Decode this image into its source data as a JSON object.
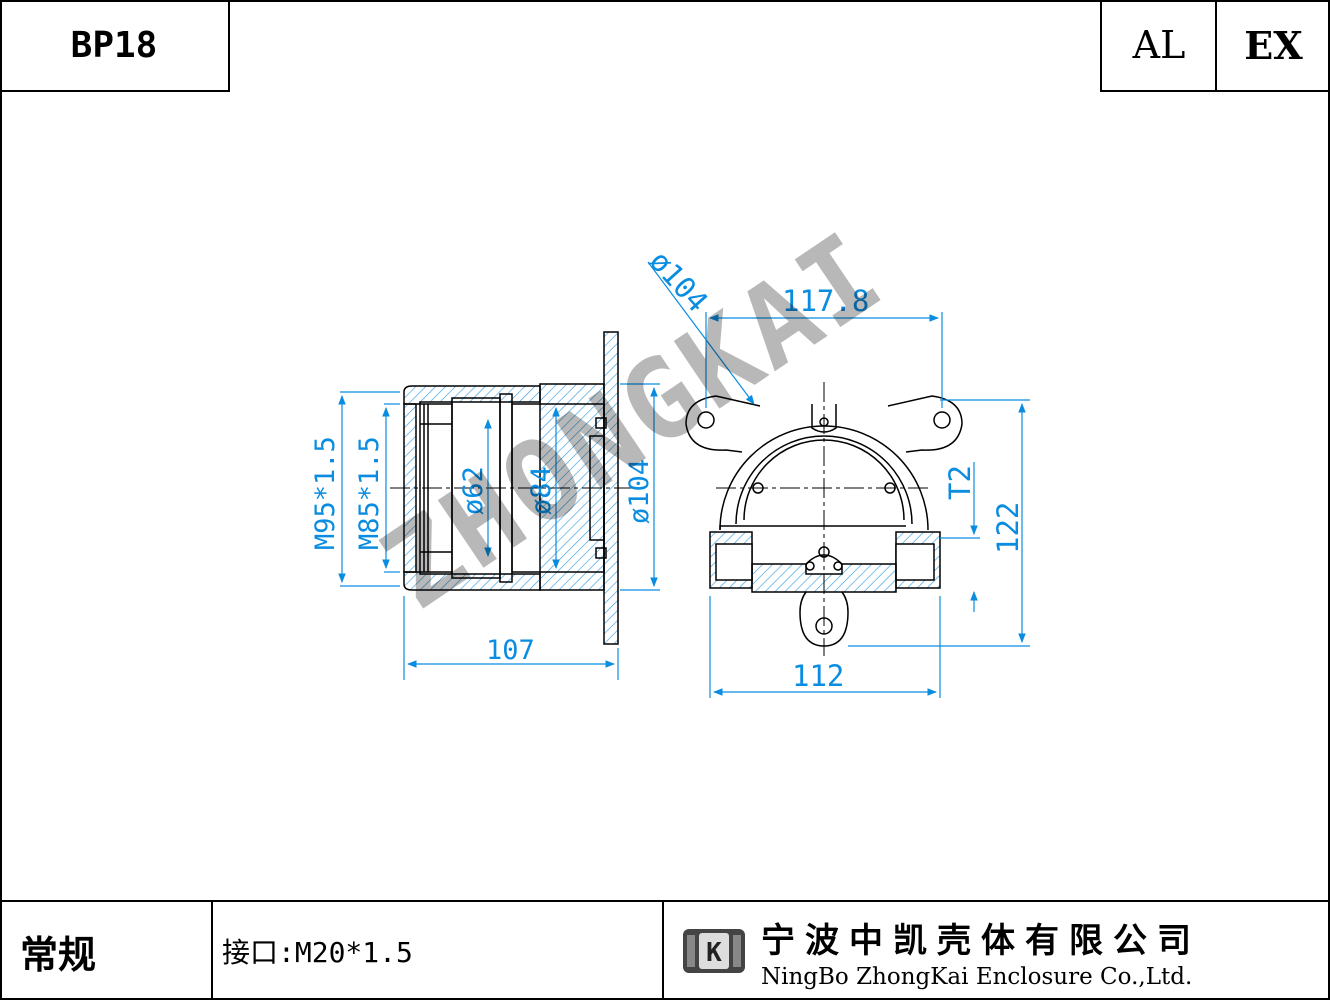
{
  "header": {
    "model": "BP18",
    "material_tag": "AL",
    "rating_tag": "EX"
  },
  "watermark": "ZHONGKAI",
  "dimensions": {
    "m95": "M95*1.5",
    "m85": "M85*1.5",
    "d62": "ø62",
    "d84": "ø84",
    "d104_side": "ø104",
    "d104_top": "ø104",
    "len107": "107",
    "w117": "117.8",
    "w112": "112",
    "t2": "T2",
    "h122": "122"
  },
  "footer": {
    "type_label": "常规",
    "port_label": "接口:M20*1.5",
    "company_cn": "宁波中凯壳体有限公司",
    "company_en": "NingBo ZhongKai Enclosure Co.,Ltd.",
    "logo_letter": "K"
  },
  "colors": {
    "dimension": "#0a8de0",
    "hatch": "#3aa0e0",
    "drawing": "#000000"
  }
}
